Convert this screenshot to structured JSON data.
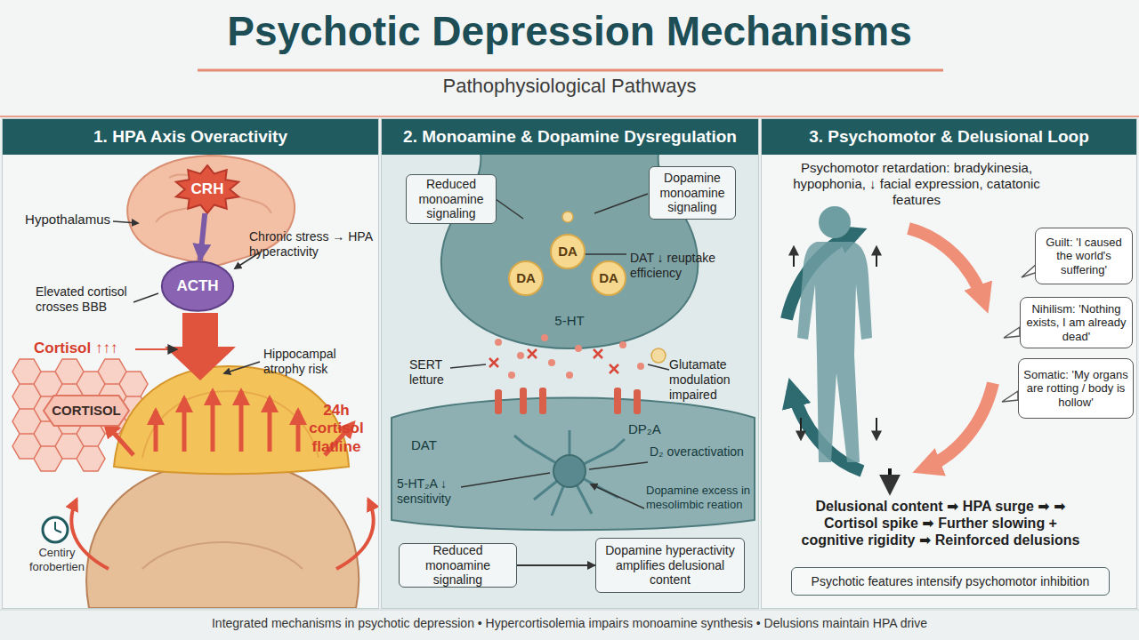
{
  "diagram": {
    "title": "Psychotic Depression Mechanisms",
    "caption": "Integrated mechanisms in psychotic depression • Hypercortisolemia impairs monoamine synthesis • Delusions maintain HPA drive",
    "nodes": [
      {
        "text": [
          "1. HPA Axis Overactivity"
        ]
      },
      {
        "text": [
          "CRH"
        ],
        "in": 0
      },
      {
        "text": [
          "ACTH"
        ],
        "in": 0
      },
      {
        "text": [
          "CORTISOL"
        ],
        "in": 0
      },
      {
        "text": [
          "2. Monoamine & Dopamine Dysregulation"
        ]
      },
      {
        "text": [
          "Reduced monoamine signaling"
        ],
        "in": 4
      },
      {
        "text": [
          "Dopamine monoamine signaling"
        ],
        "in": 4
      },
      {
        "text": [
          "DA"
        ],
        "in": 4
      },
      {
        "text": [
          "DA"
        ],
        "in": 4
      },
      {
        "text": [
          "DA"
        ],
        "in": 4
      },
      {
        "text": [
          "Reduced monoamine signaling"
        ],
        "in": 4
      },
      {
        "text": [
          "Dopamine hyperactivity amplifies delusional content"
        ],
        "in": 4
      },
      {
        "text": [
          "3. Psychomotor & Delusional Loop"
        ]
      },
      {
        "text": [
          "Guilt: 'I caused the world's suffering'"
        ],
        "in": 12
      },
      {
        "text": [
          "Nihilism: 'Nothing exists, I am already dead'"
        ],
        "in": 12
      },
      {
        "text": [
          "Somatic: 'My organs are rotting / body is hollow'"
        ],
        "in": 12
      },
      {
        "text": [
          "Psychotic features intensify psychomotor inhibition"
        ],
        "in": 12
      }
    ],
    "edges": [
      {
        "from": 1,
        "to": 2,
        "arrow": "to"
      },
      {
        "from": 10,
        "to": 11,
        "arrow": "to"
      }
    ],
    "labels": [
      "Pathophysiological Pathways",
      "Hypothalamus",
      "Chronic stress → HPA hyperactivity",
      "Elevated cortisol crosses BBB",
      "Cortisol ↑↑↑",
      "Hippocampal atrophy risk",
      "24h cortisol flatline",
      "Centiry forobertien",
      "DAT ↓ reuptake efficiency",
      "5-HT",
      "SERT letture",
      "Glutamate modulation impaired",
      "DAT",
      "DP₂A",
      "5-HT₂A ↓ sensitivity",
      "D₂ overactivation",
      "Dopamine excess in mesolimbic reation",
      "Psychomotor retardation: bradykinesia, hypophonia, ↓ facial expression, catatonic features",
      "Delusional content ➡ HPA surge ➡ ➡ Cortisol spike ➡ Further slowing + cognitive rigidity ➡ Reinforced delusions"
    ]
  }
}
